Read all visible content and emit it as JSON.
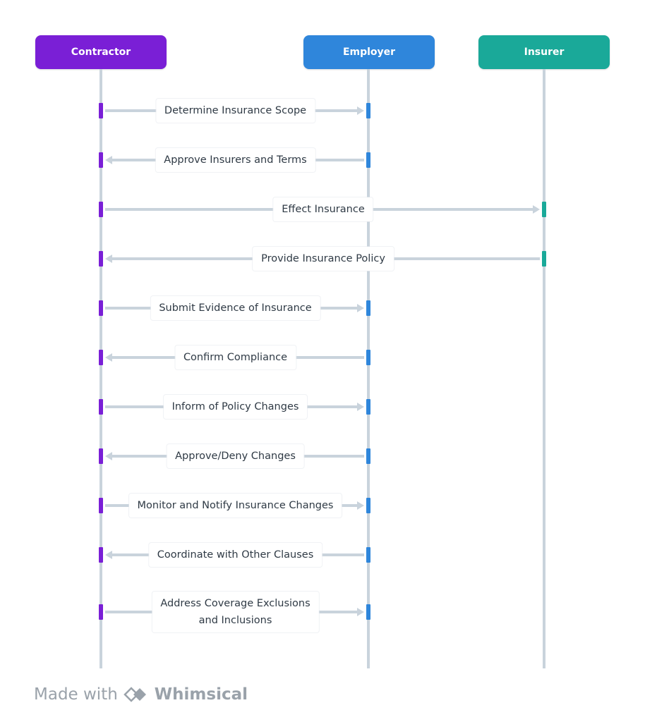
{
  "actors": [
    {
      "id": "contractor",
      "label": "Contractor",
      "color": "#7a1fd6"
    },
    {
      "id": "employer",
      "label": "Employer",
      "color": "#2f86db"
    },
    {
      "id": "insurer",
      "label": "Insurer",
      "color": "#1aa999"
    }
  ],
  "messages": [
    {
      "from": "contractor",
      "to": "employer",
      "label": "Determine Insurance Scope"
    },
    {
      "from": "employer",
      "to": "contractor",
      "label": "Approve Insurers and Terms"
    },
    {
      "from": "contractor",
      "to": "insurer",
      "label": "Effect Insurance"
    },
    {
      "from": "insurer",
      "to": "contractor",
      "label": "Provide Insurance Policy"
    },
    {
      "from": "contractor",
      "to": "employer",
      "label": "Submit Evidence of Insurance"
    },
    {
      "from": "employer",
      "to": "contractor",
      "label": "Confirm Compliance"
    },
    {
      "from": "contractor",
      "to": "employer",
      "label": "Inform of Policy Changes"
    },
    {
      "from": "employer",
      "to": "contractor",
      "label": "Approve/Deny Changes"
    },
    {
      "from": "contractor",
      "to": "employer",
      "label": "Monitor and Notify Insurance Changes"
    },
    {
      "from": "employer",
      "to": "contractor",
      "label": "Coordinate with Other Clauses"
    },
    {
      "from": "contractor",
      "to": "employer",
      "label": "Address Coverage Exclusions\nand Inclusions"
    }
  ],
  "footer": {
    "made_with": "Made with",
    "brand": "Whimsical",
    "logo_icon": "whimsical-logo-icon"
  }
}
